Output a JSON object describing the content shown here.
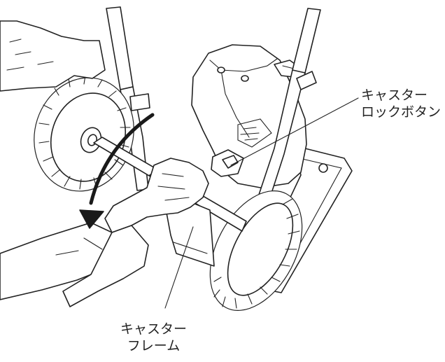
{
  "labels": {
    "caster_lock_button": [
      "キャスター",
      "ロックボタン"
    ],
    "caster_frame": [
      "キャスター",
      "フレーム"
    ]
  },
  "colors": {
    "line": "#222222",
    "arrow": "#1a1a1a",
    "background": "#ffffff"
  }
}
